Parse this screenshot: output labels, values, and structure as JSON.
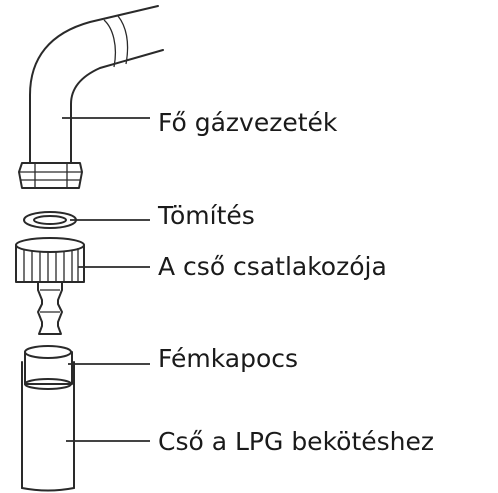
{
  "labels": {
    "main_gas_line": "Fő gázvezeték",
    "seal": "Tömítés",
    "pipe_connector": "A cső csatlakozója",
    "metal_clip": "Fémkapocs",
    "lpg_hose": "Cső a LPG bekötéshez"
  }
}
